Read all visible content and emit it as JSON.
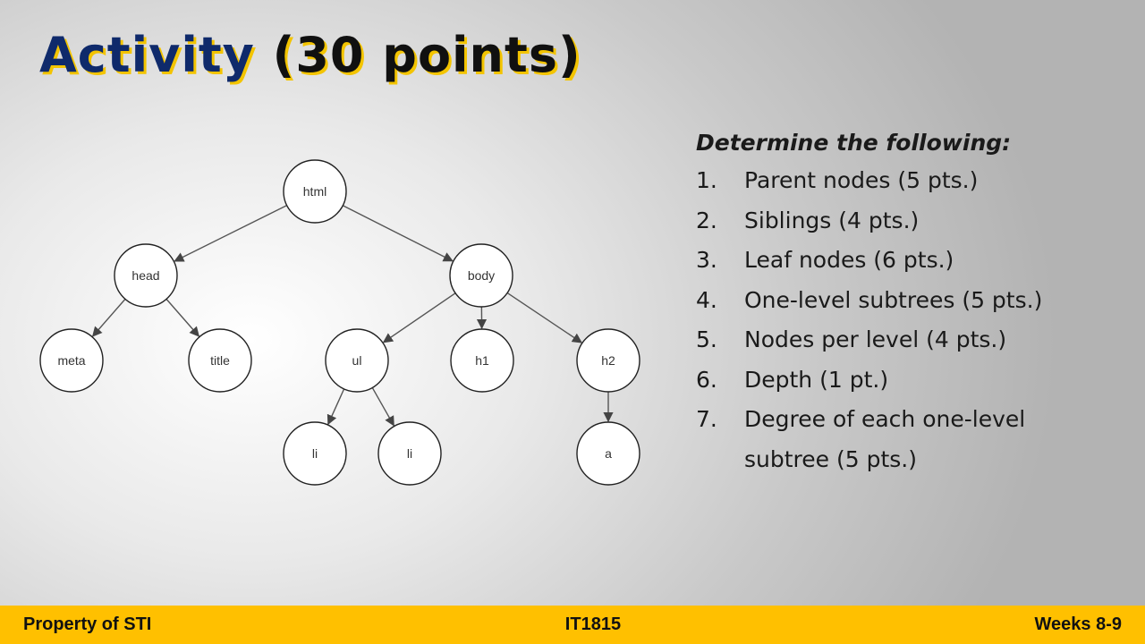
{
  "slide": {
    "title_main": "Activity",
    "title_points": "(30 points)"
  },
  "tree": {
    "nodes": [
      {
        "id": "html",
        "label": "html"
      },
      {
        "id": "head",
        "label": "head"
      },
      {
        "id": "body",
        "label": "body"
      },
      {
        "id": "meta",
        "label": "meta"
      },
      {
        "id": "title",
        "label": "title"
      },
      {
        "id": "ul",
        "label": "ul"
      },
      {
        "id": "h1",
        "label": "h1"
      },
      {
        "id": "h2",
        "label": "h2"
      },
      {
        "id": "li1",
        "label": "li"
      },
      {
        "id": "li2",
        "label": "li"
      },
      {
        "id": "a",
        "label": "a"
      }
    ],
    "edges": [
      [
        "html",
        "head"
      ],
      [
        "html",
        "body"
      ],
      [
        "head",
        "meta"
      ],
      [
        "head",
        "title"
      ],
      [
        "body",
        "ul"
      ],
      [
        "body",
        "h1"
      ],
      [
        "body",
        "h2"
      ],
      [
        "ul",
        "li1"
      ],
      [
        "ul",
        "li2"
      ],
      [
        "h2",
        "a"
      ]
    ]
  },
  "instructions": {
    "heading": "Determine the following:",
    "items": [
      {
        "num": "1.",
        "text": "Parent nodes (5 pts.)"
      },
      {
        "num": "2.",
        "text": "Siblings (4 pts.)"
      },
      {
        "num": "3.",
        "text": "Leaf nodes (6 pts.)"
      },
      {
        "num": "4.",
        "text": "One-level subtrees (5 pts.)"
      },
      {
        "num": "5.",
        "text": "Nodes per level (4 pts.)"
      },
      {
        "num": "6.",
        "text": "Depth (1 pt.)"
      },
      {
        "num": "7.",
        "text": "Degree of each one-level subtree (5 pts.)"
      }
    ]
  },
  "footer": {
    "left": "Property of STI",
    "center": "IT1815",
    "right": "Weeks 8-9"
  },
  "colors": {
    "title_blue": "#0f2a6b",
    "title_shadow": "#f3c400",
    "footer_bg": "#ffc000"
  }
}
